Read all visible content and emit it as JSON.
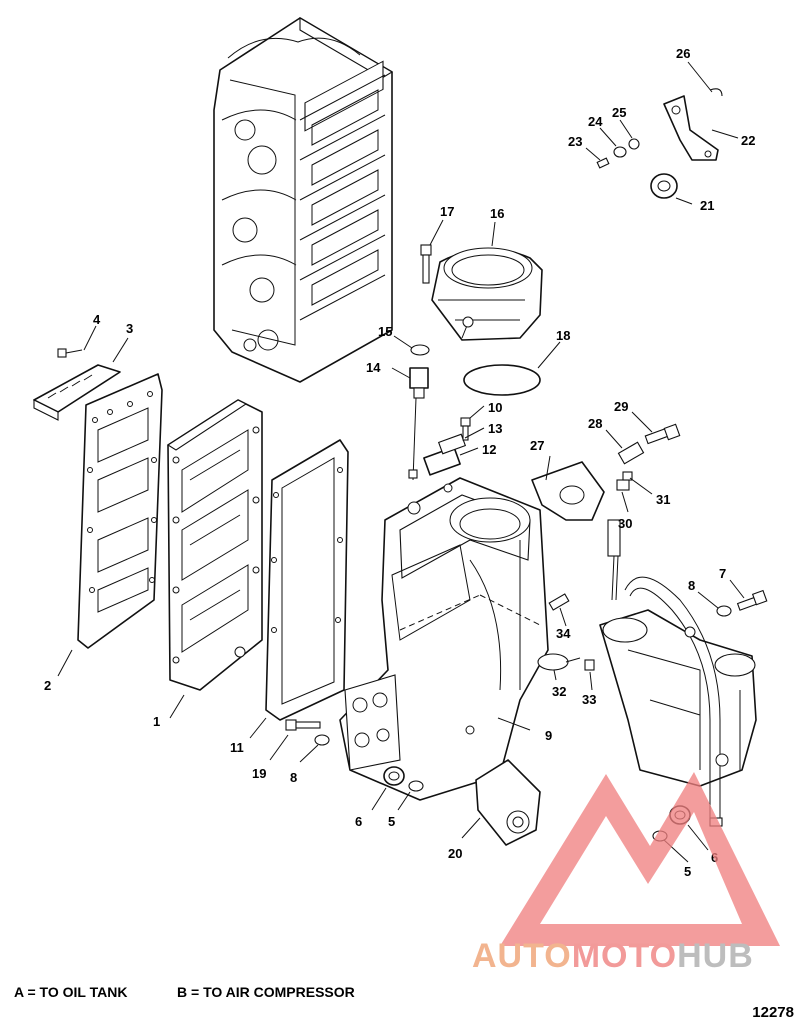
{
  "callouts": [
    {
      "id": "c1",
      "text": "1"
    },
    {
      "id": "c2",
      "text": "2"
    },
    {
      "id": "c3",
      "text": "3"
    },
    {
      "id": "c4",
      "text": "4"
    },
    {
      "id": "c5a",
      "text": "5"
    },
    {
      "id": "c5b",
      "text": "5"
    },
    {
      "id": "c6a",
      "text": "6"
    },
    {
      "id": "c6b",
      "text": "6"
    },
    {
      "id": "c7",
      "text": "7"
    },
    {
      "id": "c8a",
      "text": "8"
    },
    {
      "id": "c8b",
      "text": "8"
    },
    {
      "id": "c9",
      "text": "9"
    },
    {
      "id": "c10",
      "text": "10"
    },
    {
      "id": "c11",
      "text": "11"
    },
    {
      "id": "c12",
      "text": "12"
    },
    {
      "id": "c13",
      "text": "13"
    },
    {
      "id": "c14",
      "text": "14"
    },
    {
      "id": "c15",
      "text": "15"
    },
    {
      "id": "c16",
      "text": "16"
    },
    {
      "id": "c17",
      "text": "17"
    },
    {
      "id": "c18",
      "text": "18"
    },
    {
      "id": "c19",
      "text": "19"
    },
    {
      "id": "c20",
      "text": "20"
    },
    {
      "id": "c21",
      "text": "21"
    },
    {
      "id": "c22",
      "text": "22"
    },
    {
      "id": "c23",
      "text": "23"
    },
    {
      "id": "c24",
      "text": "24"
    },
    {
      "id": "c25",
      "text": "25"
    },
    {
      "id": "c26",
      "text": "26"
    },
    {
      "id": "c27",
      "text": "27"
    },
    {
      "id": "c28",
      "text": "28"
    },
    {
      "id": "c29",
      "text": "29"
    },
    {
      "id": "c30",
      "text": "30"
    },
    {
      "id": "c31",
      "text": "31"
    },
    {
      "id": "c32",
      "text": "32"
    },
    {
      "id": "c33",
      "text": "33"
    },
    {
      "id": "c34",
      "text": "34"
    }
  ],
  "legend": {
    "a": "A = TO OIL TANK",
    "b": "B = TO AIR COMPRESSOR"
  },
  "reference_number": "12278",
  "watermark": {
    "part1": "AUTO",
    "part2": "MOTO",
    "part3": "HUB",
    "colors": {
      "auto": "#f2b48f",
      "moto": "#f29a99",
      "hub": "#bdbdbd",
      "triangle": "#f08080"
    }
  }
}
